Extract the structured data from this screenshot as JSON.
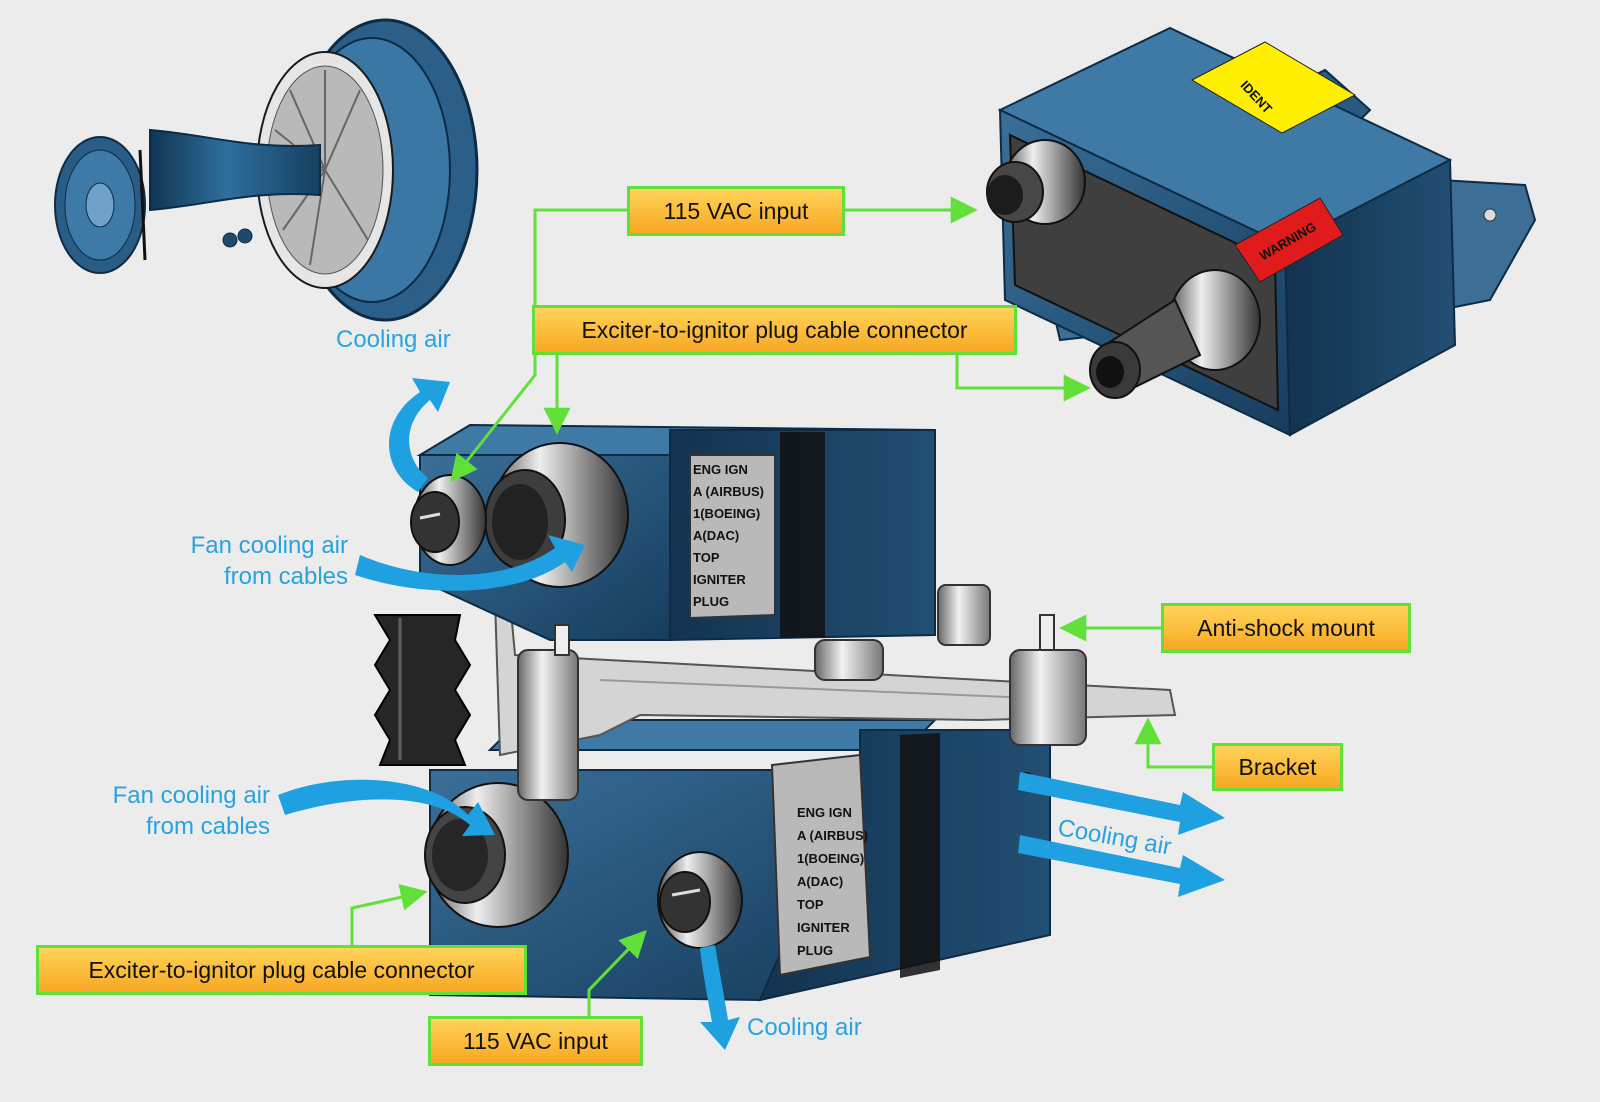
{
  "callouts": {
    "vac_input_top": "115 VAC input",
    "exciter_top": "Exciter-to-ignitor plug cable connector",
    "anti_shock": "Anti-shock mount",
    "bracket": "Bracket",
    "exciter_bottom": "Exciter-to-ignitor plug cable connector",
    "vac_input_bottom": "115 VAC input"
  },
  "airflow": {
    "cooling_air_top": "Cooling air",
    "fan_cooling_top_line1": "Fan cooling air",
    "fan_cooling_top_line2": "from cables",
    "fan_cooling_bottom_line1": "Fan cooling air",
    "fan_cooling_bottom_line2": "from cables",
    "cooling_air_right": "Cooling air",
    "cooling_air_bottom": "Cooling air"
  },
  "unit_placard": {
    "lines": [
      "ENG IGN",
      "A (AIRBUS)",
      "1(BOEING)",
      "A(DAC)",
      "TOP",
      "IGNITER",
      "PLUG"
    ]
  },
  "exciter_tags": {
    "ident": "IDENT",
    "warning": "WARNING"
  },
  "colors": {
    "callout_fill": "#f9b938",
    "callout_border": "#62e03a",
    "leader_line": "#62e03a",
    "airflow_arrow": "#1fa0e0",
    "unit_body": "#1f5680",
    "ident_tag": "#ffef00",
    "warning_tag": "#e01b1b"
  }
}
